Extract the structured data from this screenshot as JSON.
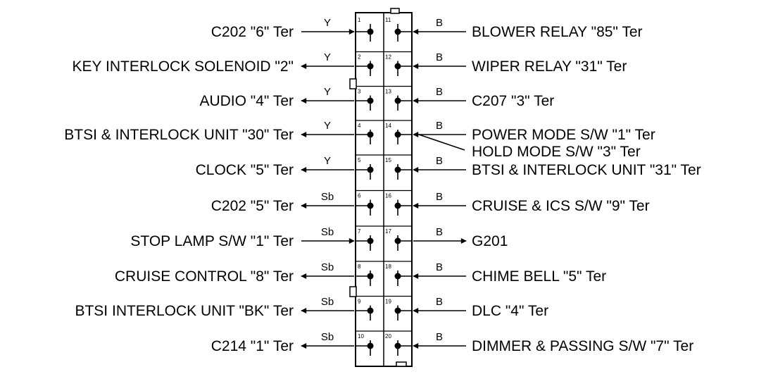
{
  "left_circuits": [
    {
      "pin": "1",
      "label": "C202 \"6\" Ter",
      "wire": "Y",
      "direction": "in"
    },
    {
      "pin": "2",
      "label": "KEY INTERLOCK SOLENOID \"2\"",
      "wire": "Y",
      "direction": "out"
    },
    {
      "pin": "3",
      "label": "AUDIO \"4\" Ter",
      "wire": "Y",
      "direction": "out"
    },
    {
      "pin": "4",
      "label": "BTSI & INTERLOCK UNIT \"30\" Ter",
      "wire": "Y",
      "direction": "out"
    },
    {
      "pin": "5",
      "label": "CLOCK \"5\" Ter",
      "wire": "Y",
      "direction": "out"
    },
    {
      "pin": "6",
      "label": "C202 \"5\" Ter",
      "wire": "Sb",
      "direction": "out"
    },
    {
      "pin": "7",
      "label": "STOP LAMP S/W \"1\" Ter",
      "wire": "Sb",
      "direction": "in"
    },
    {
      "pin": "8",
      "label": "CRUISE CONTROL \"8\" Ter",
      "wire": "Sb",
      "direction": "out"
    },
    {
      "pin": "9",
      "label": "BTSI  INTERLOCK UNIT \"BK\" Ter",
      "wire": "Sb",
      "direction": "out"
    },
    {
      "pin": "10",
      "label": "C214 \"1\" Ter",
      "wire": "Sb",
      "direction": "out"
    }
  ],
  "right_circuits": [
    {
      "pin": "11",
      "label": "BLOWER RELAY \"85\" Ter",
      "wire": "B",
      "direction": "out"
    },
    {
      "pin": "12",
      "label": "WIPER RELAY \"31\" Ter",
      "wire": "B",
      "direction": "out"
    },
    {
      "pin": "13",
      "label": "C207 \"3\" Ter",
      "wire": "B",
      "direction": "out"
    },
    {
      "pin": "14",
      "label": "POWER MODE S/W \"1\" Ter",
      "wire": "B",
      "direction": "out",
      "branch_label": "HOLD MODE S/W \"3\" Ter"
    },
    {
      "pin": "15",
      "label": "BTSI & INTERLOCK UNIT \"31\" Ter",
      "wire": "B",
      "direction": "out"
    },
    {
      "pin": "16",
      "label": "CRUISE & ICS S/W \"9\" Ter",
      "wire": "B",
      "direction": "out"
    },
    {
      "pin": "17",
      "label": "G201",
      "wire": "B",
      "direction": "in"
    },
    {
      "pin": "18",
      "label": "CHIME BELL \"5\" Ter",
      "wire": "B",
      "direction": "out"
    },
    {
      "pin": "19",
      "label": "DLC \"4\" Ter",
      "wire": "B",
      "direction": "out"
    },
    {
      "pin": "20",
      "label": "DIMMER & PASSING S/W \"7\" Ter",
      "wire": "B",
      "direction": "out"
    }
  ],
  "colors": {
    "ink": "#000000",
    "background": "#ffffff"
  }
}
